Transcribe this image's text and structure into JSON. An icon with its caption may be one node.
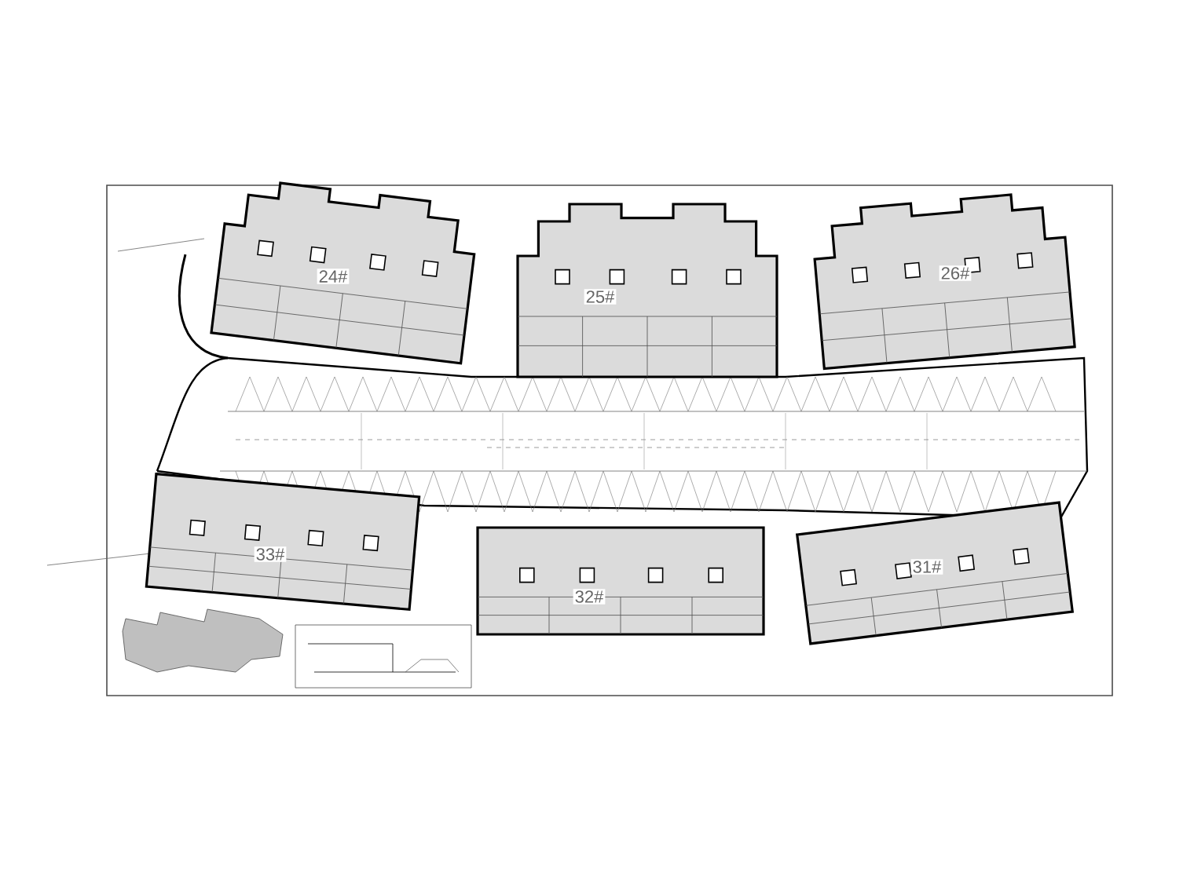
{
  "diagram": {
    "nodes": [
      {
        "text": [
          "24#"
        ]
      },
      {
        "text": [
          "25#"
        ]
      },
      {
        "text": [
          "26#"
        ]
      },
      {
        "text": [
          "33#"
        ]
      },
      {
        "text": [
          "32#"
        ]
      },
      {
        "text": [
          "31#"
        ]
      }
    ]
  }
}
